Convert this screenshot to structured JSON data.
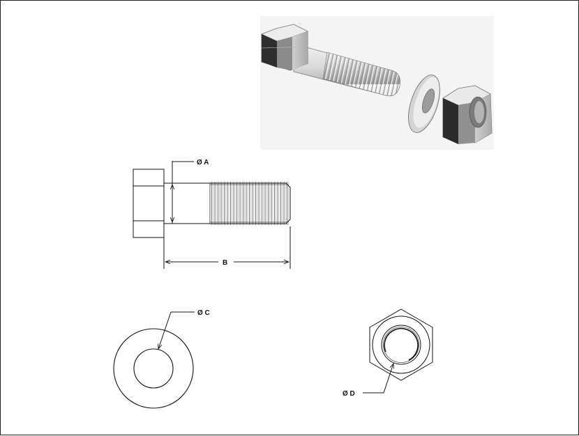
{
  "labels": {
    "dia_a": "Ø A",
    "length_b": "B",
    "dia_c": "Ø C",
    "dia_d": "Ø D"
  },
  "colors": {
    "line": "#111111",
    "metal_light": "#e6e6e6",
    "metal_mid": "#b8b8b8",
    "metal_dark": "#3a3a3a"
  }
}
